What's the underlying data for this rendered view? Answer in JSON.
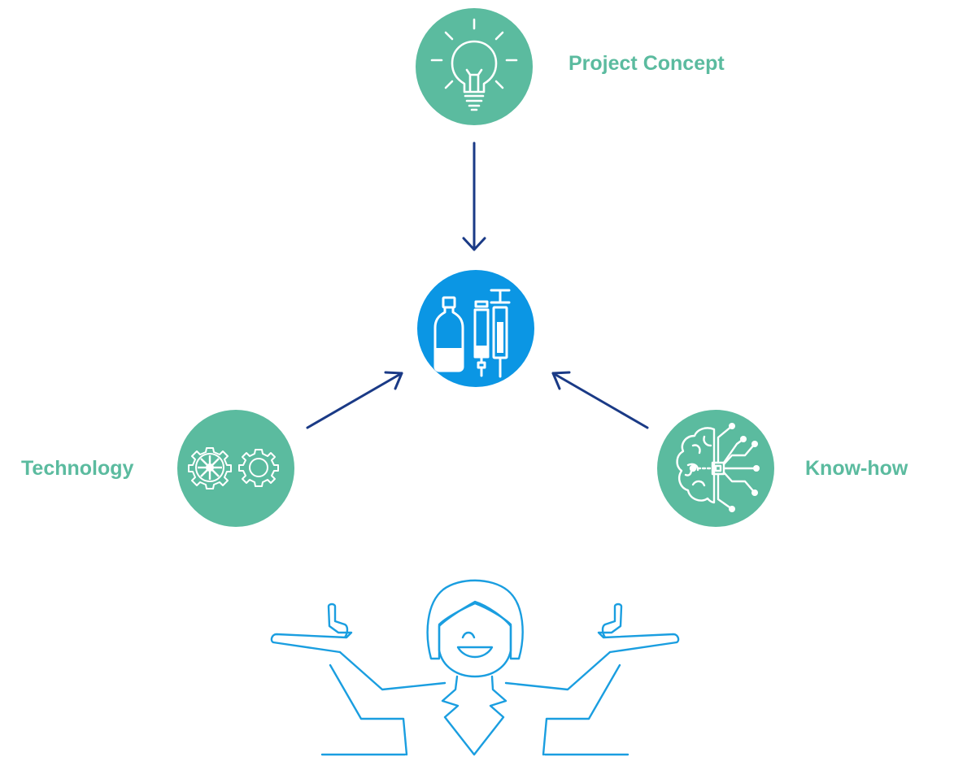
{
  "labels": {
    "project_concept": "Project Concept",
    "technology": "Technology",
    "know_how": "Know-how"
  },
  "colors": {
    "green_circle": "#5bbb9f",
    "blue_circle": "#0b96e4",
    "arrow": "#1a3a86",
    "person_outline": "#1a9ee0",
    "icon_white": "#ffffff"
  },
  "icons": {
    "concept": "lightbulb-icon",
    "product": "vial-and-syringe-icon",
    "technology": "gears-icon",
    "know_how": "brain-circuit-icon",
    "person": "person-presenting-icon"
  }
}
